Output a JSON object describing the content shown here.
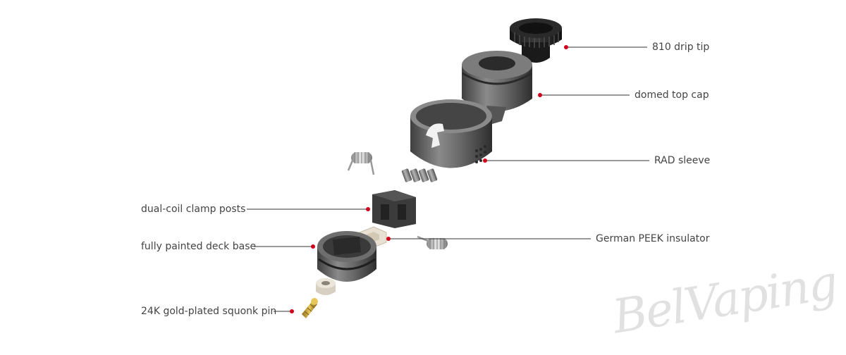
{
  "diagram": {
    "labels": {
      "drip_tip": "810 drip tip",
      "top_cap": "domed top cap",
      "sleeve": "RAD sleeve",
      "clamp_posts": "dual-coil clamp posts",
      "insulator": "German PEEK insulator",
      "deck_base": "fully painted deck base",
      "squonk_pin": "24K gold-plated squonk pin"
    },
    "watermark": "BelVaping",
    "colors": {
      "leader_line": "#333333",
      "leader_dot": "#d0021b",
      "label_text": "#444444",
      "metal_dark": "#3a3a3a",
      "metal_mid": "#6b6b6b",
      "metal_light": "#a8a8a8",
      "drip_tip": "#1c1c1c",
      "peek": "#e8e0d2",
      "gold": "#c9a23a"
    }
  }
}
